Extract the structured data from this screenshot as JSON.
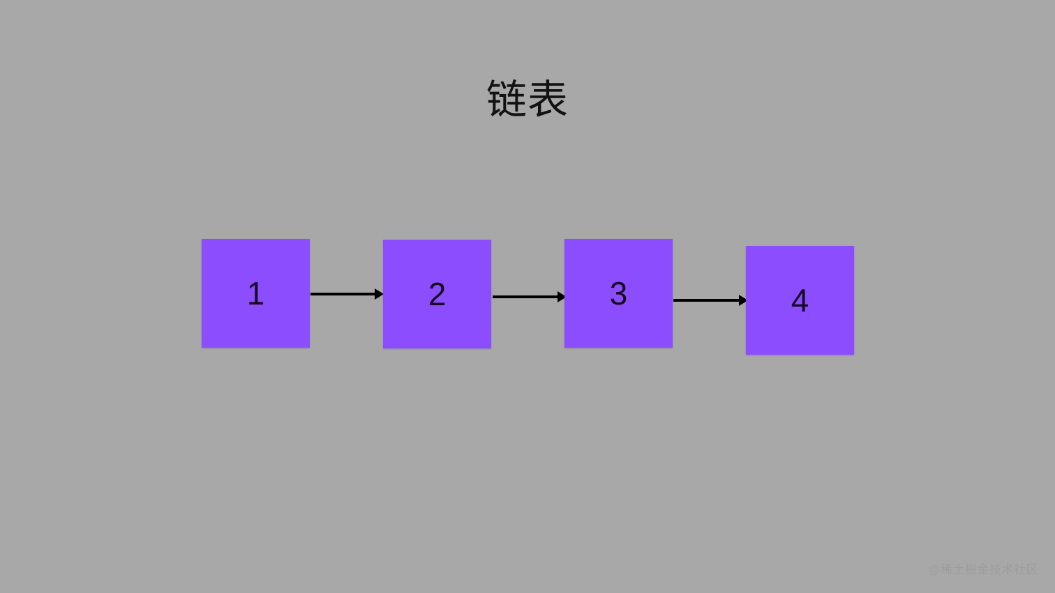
{
  "slide": {
    "title": "链表",
    "background_color": "#a8a8a8",
    "title_color": "#121212"
  },
  "diagram": {
    "type": "linked-list",
    "node_fill_color": "#8c4dff",
    "node_label_color": "#15091f",
    "arrow_color": "#000000",
    "nodes": [
      {
        "label": "1"
      },
      {
        "label": "2"
      },
      {
        "label": "3"
      },
      {
        "label": "4"
      }
    ],
    "arrows": [
      {
        "from": "1",
        "to": "2"
      },
      {
        "from": "2",
        "to": "3"
      },
      {
        "from": "3",
        "to": "4"
      }
    ]
  },
  "watermark": {
    "text": "@稀土掘金技术社区"
  }
}
